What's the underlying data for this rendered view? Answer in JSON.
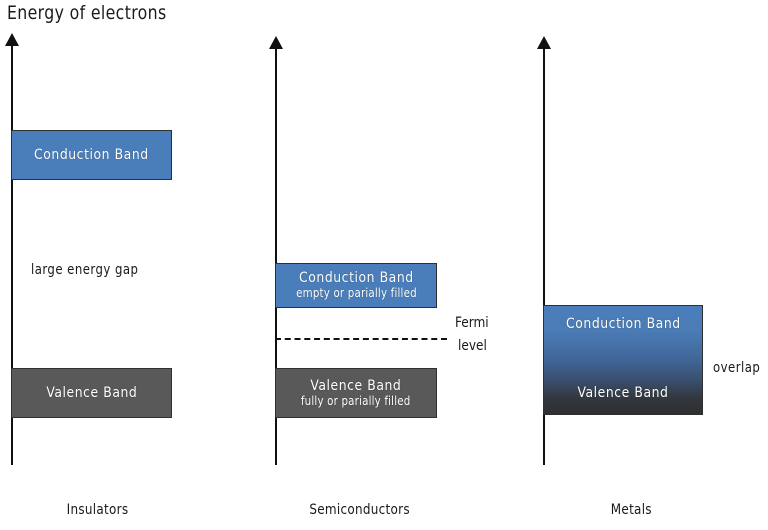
{
  "chart_data": {
    "type": "diagram",
    "title": "Energy of electrons",
    "ylabel": "Energy of electrons",
    "categories": [
      "Insulators",
      "Semiconductors",
      "Metals"
    ],
    "series": [
      {
        "name": "Insulators",
        "bands": [
          {
            "name": "Conduction Band",
            "sublabel": "",
            "color": "#4a7ebb",
            "y_top": 130,
            "y_bottom": 180
          },
          {
            "name": "Valence Band",
            "sublabel": "",
            "color": "#595959",
            "y_top": 368,
            "y_bottom": 418
          }
        ],
        "gap_label": "large energy gap"
      },
      {
        "name": "Semiconductors",
        "bands": [
          {
            "name": "Conduction Band",
            "sublabel": "empty or parially filled",
            "color": "#4a7ebb",
            "y_top": 263,
            "y_bottom": 308
          },
          {
            "name": "Valence Band",
            "sublabel": "fully or parially filled",
            "color": "#595959",
            "y_top": 368,
            "y_bottom": 418
          }
        ],
        "fermi_level_label": "Fermi\nlevel"
      },
      {
        "name": "Metals",
        "bands": [
          {
            "name": "Conduction Band",
            "sublabel": "",
            "color": "#4a7ebb",
            "y_top": 305,
            "y_bottom": 415
          },
          {
            "name": "Valence Band",
            "sublabel": "",
            "color": "#2e2f31",
            "y_top": 305,
            "y_bottom": 415
          }
        ],
        "overlap_label": "overlap"
      }
    ],
    "annotations": [
      "large energy gap",
      "Fermi",
      "level",
      "overlap"
    ],
    "grid": false,
    "legend": "none"
  },
  "axis_title": "Energy of electrons",
  "columns": {
    "insulators": {
      "category_label": "Insulators",
      "conduction_band": {
        "label": "Conduction Band",
        "sublabel": ""
      },
      "gap_label": "large energy gap",
      "valence_band": {
        "label": "Valence Band",
        "sublabel": ""
      }
    },
    "semiconductors": {
      "category_label": "Semiconductors",
      "conduction_band": {
        "label": "Conduction Band",
        "sublabel": "empty or parially filled"
      },
      "fermi_line_label_1": "Fermi",
      "fermi_line_label_2": "level",
      "valence_band": {
        "label": "Valence Band",
        "sublabel": "fully or parially filled"
      }
    },
    "metals": {
      "category_label": "Metals",
      "overlap_band": {
        "upper_label": "Conduction Band",
        "lower_label": "Valence Band"
      },
      "overlap_label": "overlap"
    }
  },
  "colors": {
    "conduction_blue": "#4a7ebb",
    "valence_gray": "#595959",
    "metal_dark": "#2e2f31",
    "axis_black": "#111111",
    "background": "#ffffff"
  }
}
